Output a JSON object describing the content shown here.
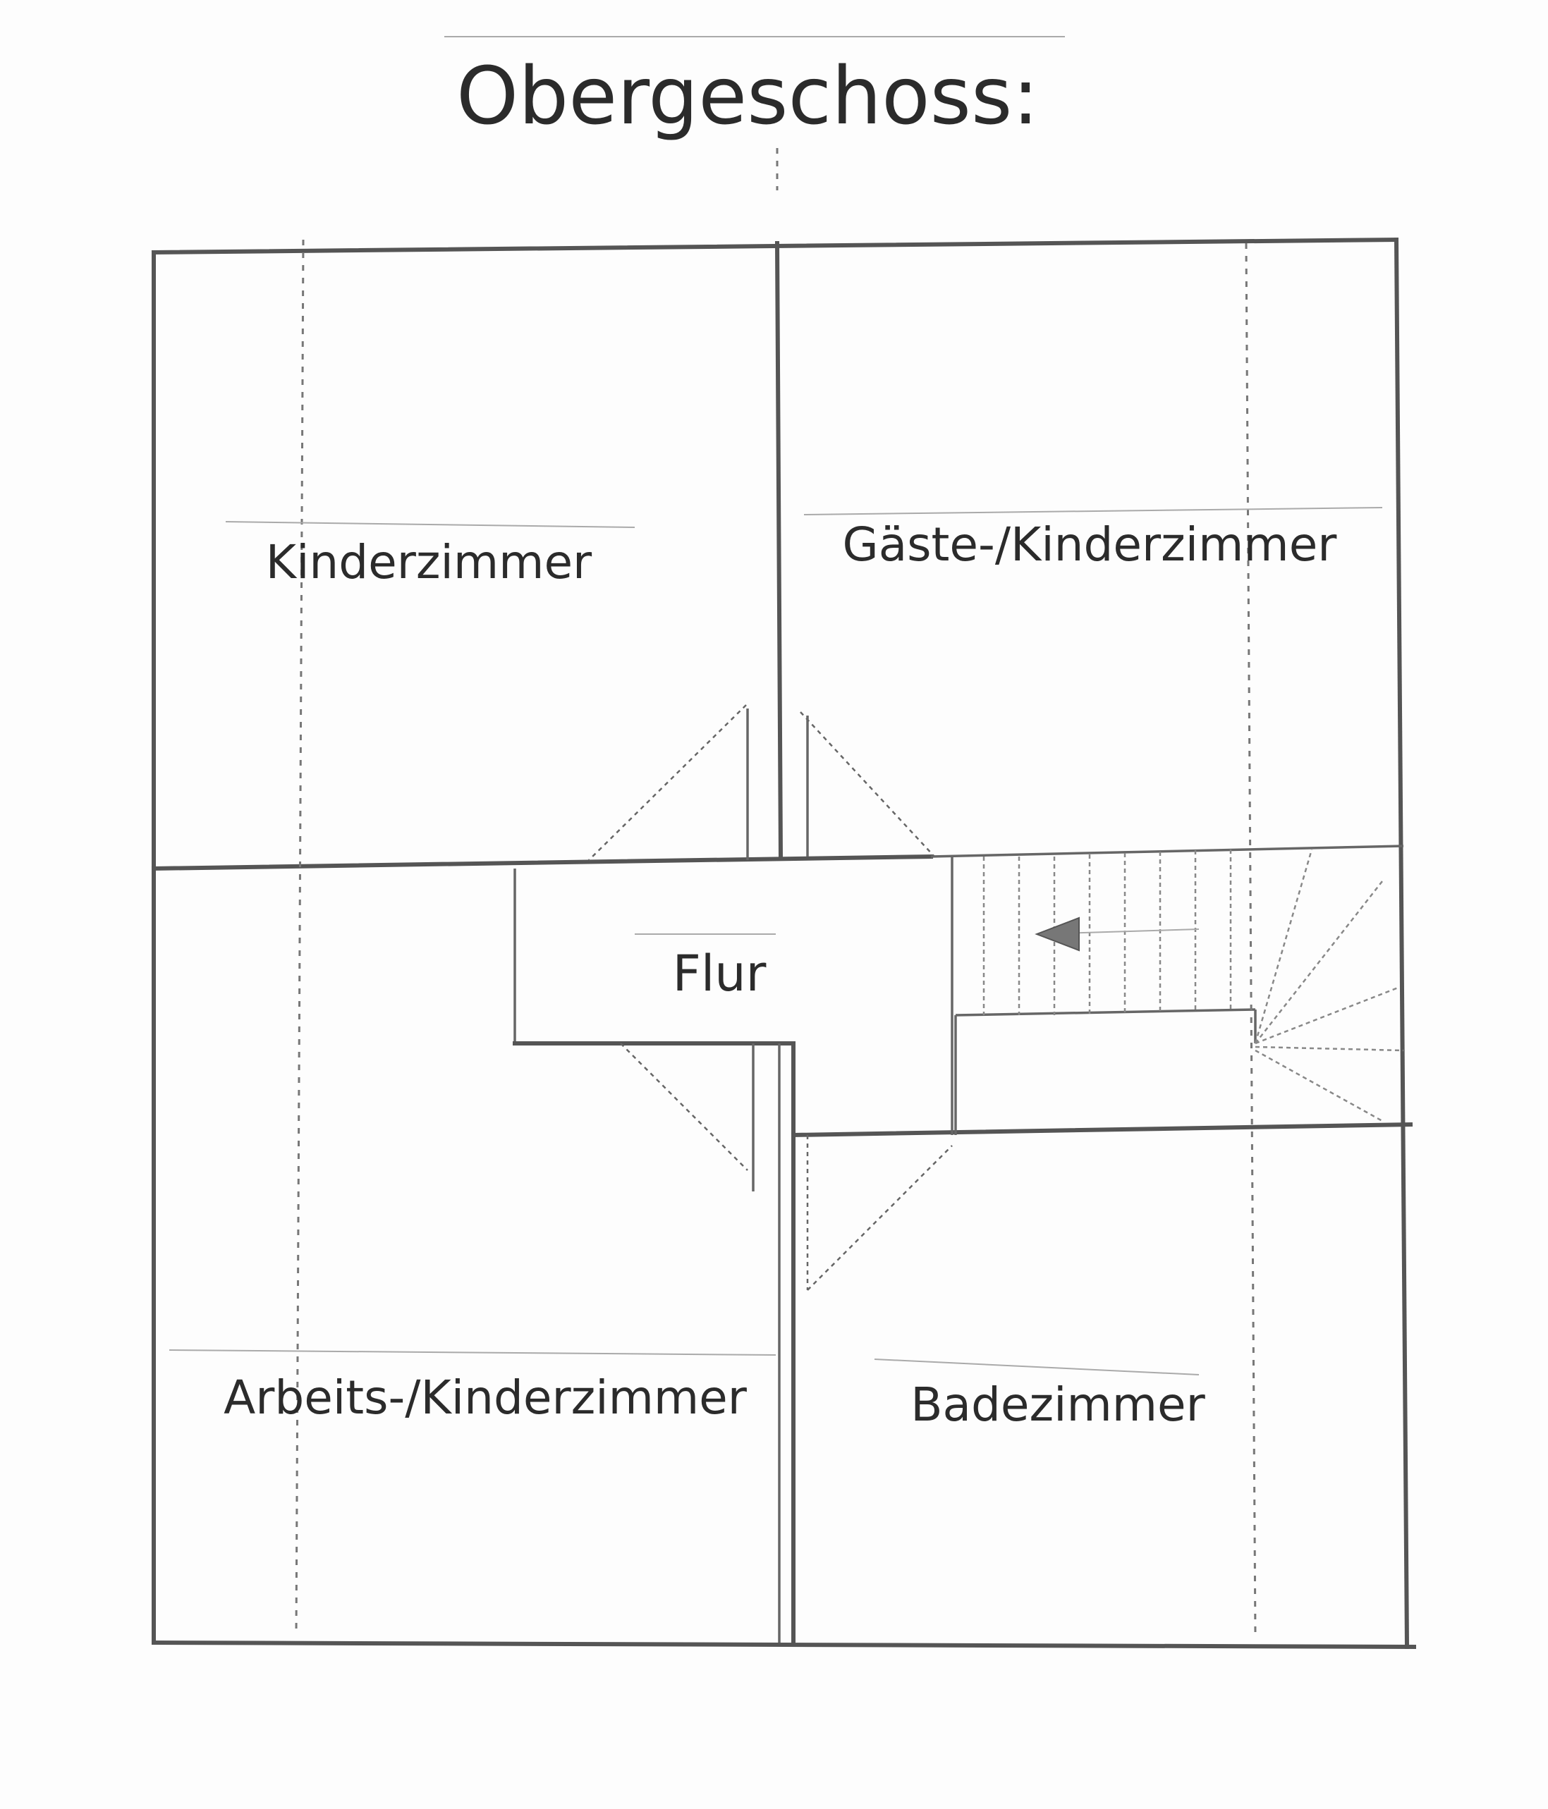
{
  "title": "Obergeschoss:",
  "rooms": {
    "kinder1": "Kinderzimmer",
    "gaeste": "Gäste-/Kinderzimmer",
    "flur": "Flur",
    "arbeits": "Arbeits-/Kinderzimmer",
    "bad": "Badezimmer"
  }
}
